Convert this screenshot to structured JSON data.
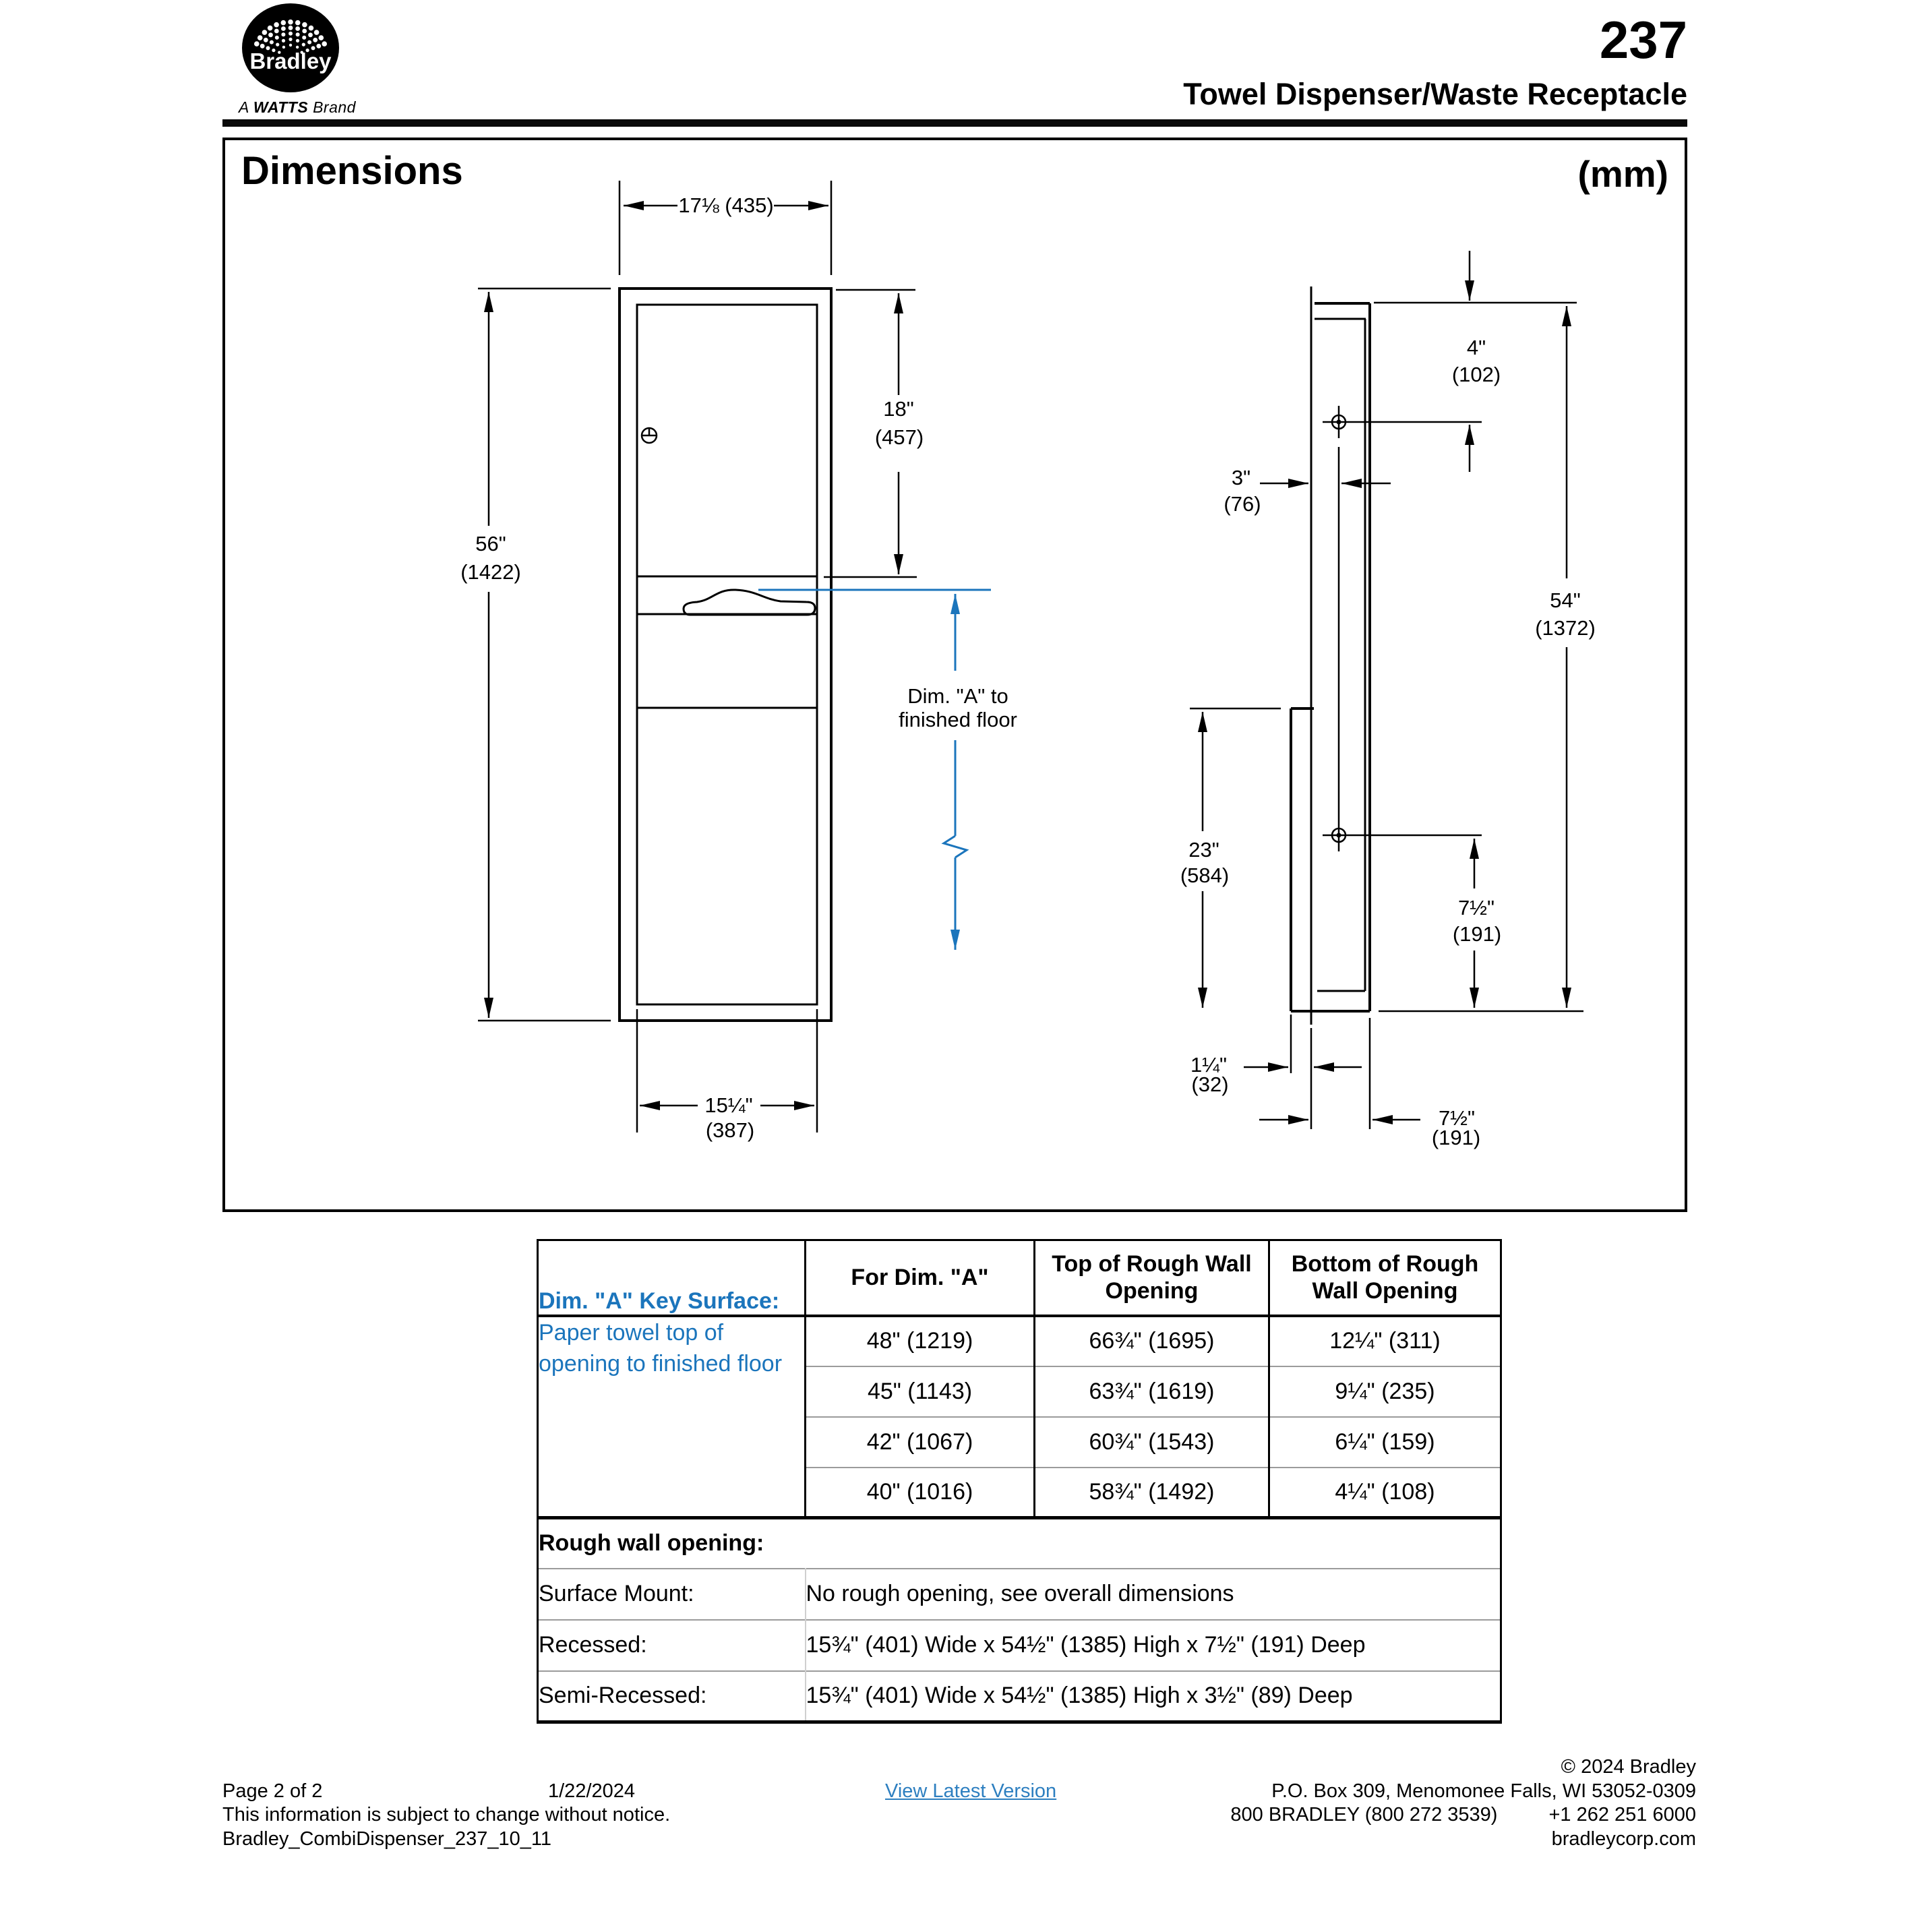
{
  "colors": {
    "accent": "#1b75bc"
  },
  "header": {
    "logo_text": "Bradley",
    "brand_prefix": "A",
    "brand_bold": "WATTS",
    "brand_suffix": "Brand",
    "product_number": "237",
    "product_title": "Towel Dispenser/Waste Receptacle"
  },
  "panel": {
    "title": "Dimensions",
    "units": "(mm)"
  },
  "front_view": {
    "width_top": "17⅛ (435)",
    "door_height": [
      "18\"",
      "(457)"
    ],
    "overall_height": [
      "56\"",
      "(1422)"
    ],
    "width_bottom": [
      "15¼\"",
      "(387)"
    ],
    "dim_a_note": [
      "Dim. \"A\" to",
      "finished floor"
    ]
  },
  "side_view": {
    "top_offset": [
      "4\"",
      "(102)"
    ],
    "wall_depth": [
      "3\"",
      "(76)"
    ],
    "overall_height": [
      "54\"",
      "(1372)"
    ],
    "recess_height": [
      "23\"",
      "(584)"
    ],
    "hole_height": [
      "7½\"",
      "(191)"
    ],
    "behind_wall": [
      "1¼\"",
      "(32)"
    ],
    "overall_depth": [
      "7½\"",
      "(191)"
    ]
  },
  "table": {
    "key_header": "Dim. \"A\" Key Surface:",
    "key_body": "Paper towel top of opening to finished floor",
    "col_headers": [
      "For Dim. \"A\"",
      "Top of Rough Wall Opening",
      "Bottom of Rough Wall Opening"
    ],
    "rows": [
      {
        "a": "48\" (1219)",
        "top": "66¾\" (1695)",
        "bottom": "12¼\" (311)"
      },
      {
        "a": "45\" (1143)",
        "top": "63¾\" (1619)",
        "bottom": "9¼\" (235)"
      },
      {
        "a": "42\" (1067)",
        "top": "60¾\" (1543)",
        "bottom": "6¼\" (159)"
      },
      {
        "a": "40\" (1016)",
        "top": "58¾\" (1492)",
        "bottom": "4¼\" (108)"
      }
    ],
    "rough_title": "Rough wall opening:",
    "mounts": [
      {
        "label": "Surface Mount:",
        "value": "No rough opening, see overall dimensions"
      },
      {
        "label": "Recessed:",
        "value": "15¾\" (401) Wide x 54½\" (1385) High x 7½\" (191) Deep"
      },
      {
        "label": "Semi-Recessed:",
        "value": "15¾\" (401) Wide x 54½\" (1385) High x 3½\" (89) Deep"
      }
    ]
  },
  "footer": {
    "page": "Page 2 of 2",
    "date": "1/22/2024",
    "link": "View Latest Version",
    "notice": "This information is subject to change without notice.",
    "filename": "Bradley_CombiDispenser_237_10_11",
    "copyright": "© 2024 Bradley",
    "address": "P.O. Box 309, Menomonee Falls, WI 53052-0309",
    "phone_us": "800 BRADLEY (800 272 3539)",
    "phone_intl": "+1 262 251 6000",
    "website": "bradleycorp.com"
  }
}
